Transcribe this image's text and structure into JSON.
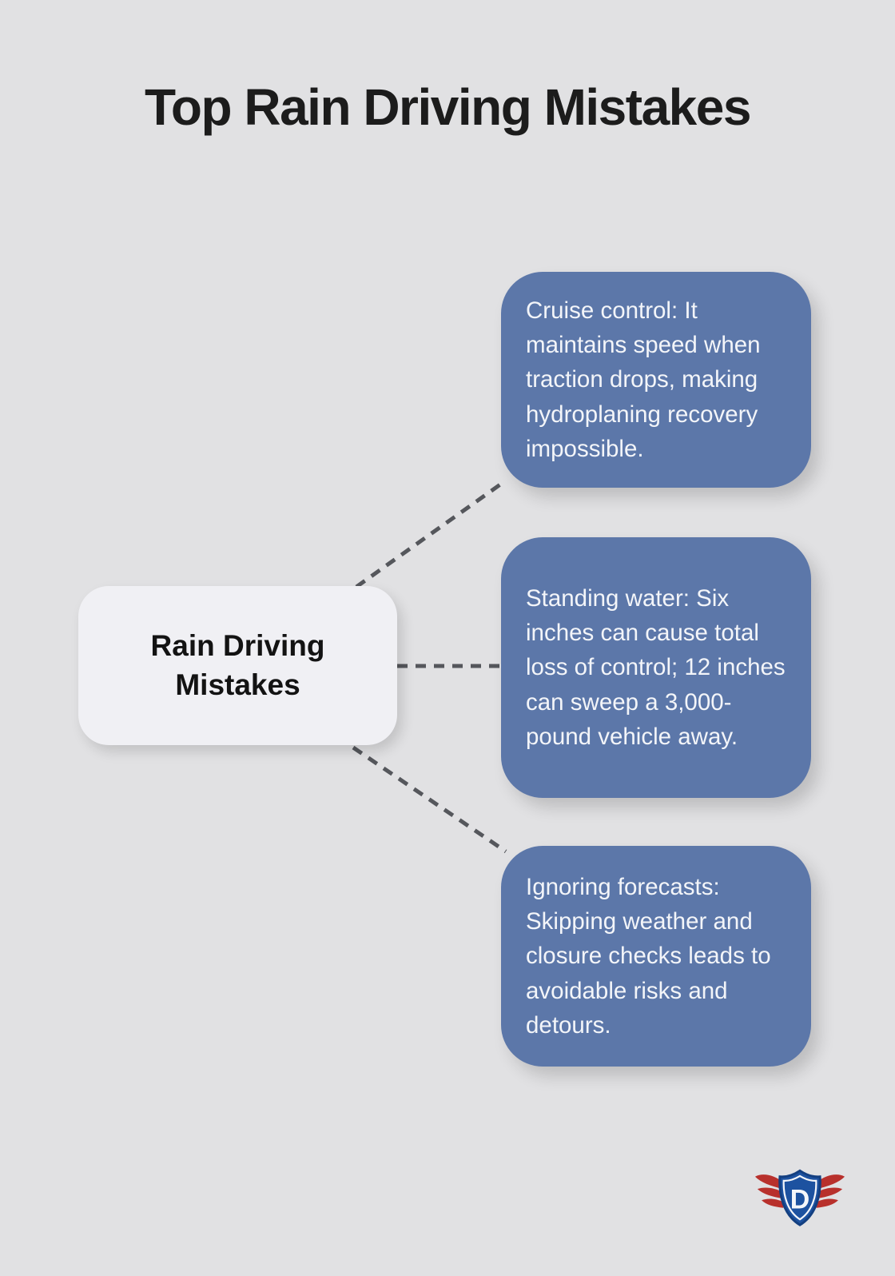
{
  "title": "Top Rain Driving Mistakes",
  "center": {
    "label": "Rain Driving Mistakes"
  },
  "cards": [
    {
      "id": "cruise-control",
      "text": "Cruise control: It maintains speed when traction drops, making hydroplaning recovery impossible."
    },
    {
      "id": "standing-water",
      "text": "Standing water: Six inches can cause total loss of control; 12 inches can sweep a 3,000-pound vehicle away."
    },
    {
      "id": "ignoring-forecasts",
      "text": "Ignoring forecasts: Skipping weather and closure checks leads to avoidable risks and detours."
    }
  ],
  "logo": {
    "letter": "D"
  },
  "colors": {
    "background": "#e1e1e3",
    "card_bg": "#5c77a9",
    "card_text": "#f3f5f9",
    "center_bg": "#f0f0f4",
    "center_text": "#131313",
    "title_text": "#1c1c1c",
    "connector": "#55575c",
    "logo_shield_blue": "#1d52a0",
    "logo_shield_outline": "#133f80",
    "logo_wing_red": "#b8302c",
    "logo_letter_white": "#f4f6fa"
  }
}
